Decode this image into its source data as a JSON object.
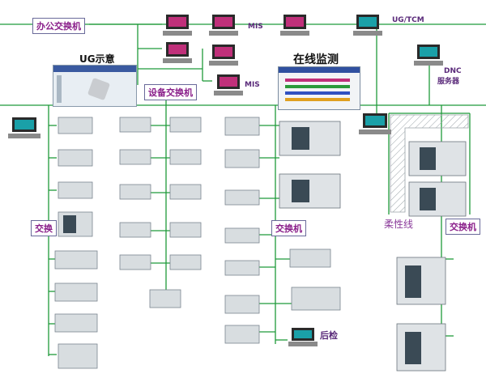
{
  "labels": {
    "office_switch": "办公交换机",
    "ug_display": "UG示意",
    "equipment_switch": "设备交换机",
    "online_monitor": "在线监测",
    "mis_1": "MIS",
    "mis_2": "MIS",
    "ug_tcm": "UG/TCM",
    "dnc_server_line1": "DNC",
    "dnc_server_line2": "服务器",
    "switch_left": "交换",
    "switch_center": "交换机",
    "flexible_line": "柔性线",
    "switch_right": "交换机",
    "final_inspection": "后检"
  },
  "colors": {
    "network_line": "#1f9a3a",
    "label_text": "#8a1f8a",
    "machine_body": "#d8dde0",
    "machine_dark": "#3a4a55",
    "screen": "#1aa0a8"
  }
}
